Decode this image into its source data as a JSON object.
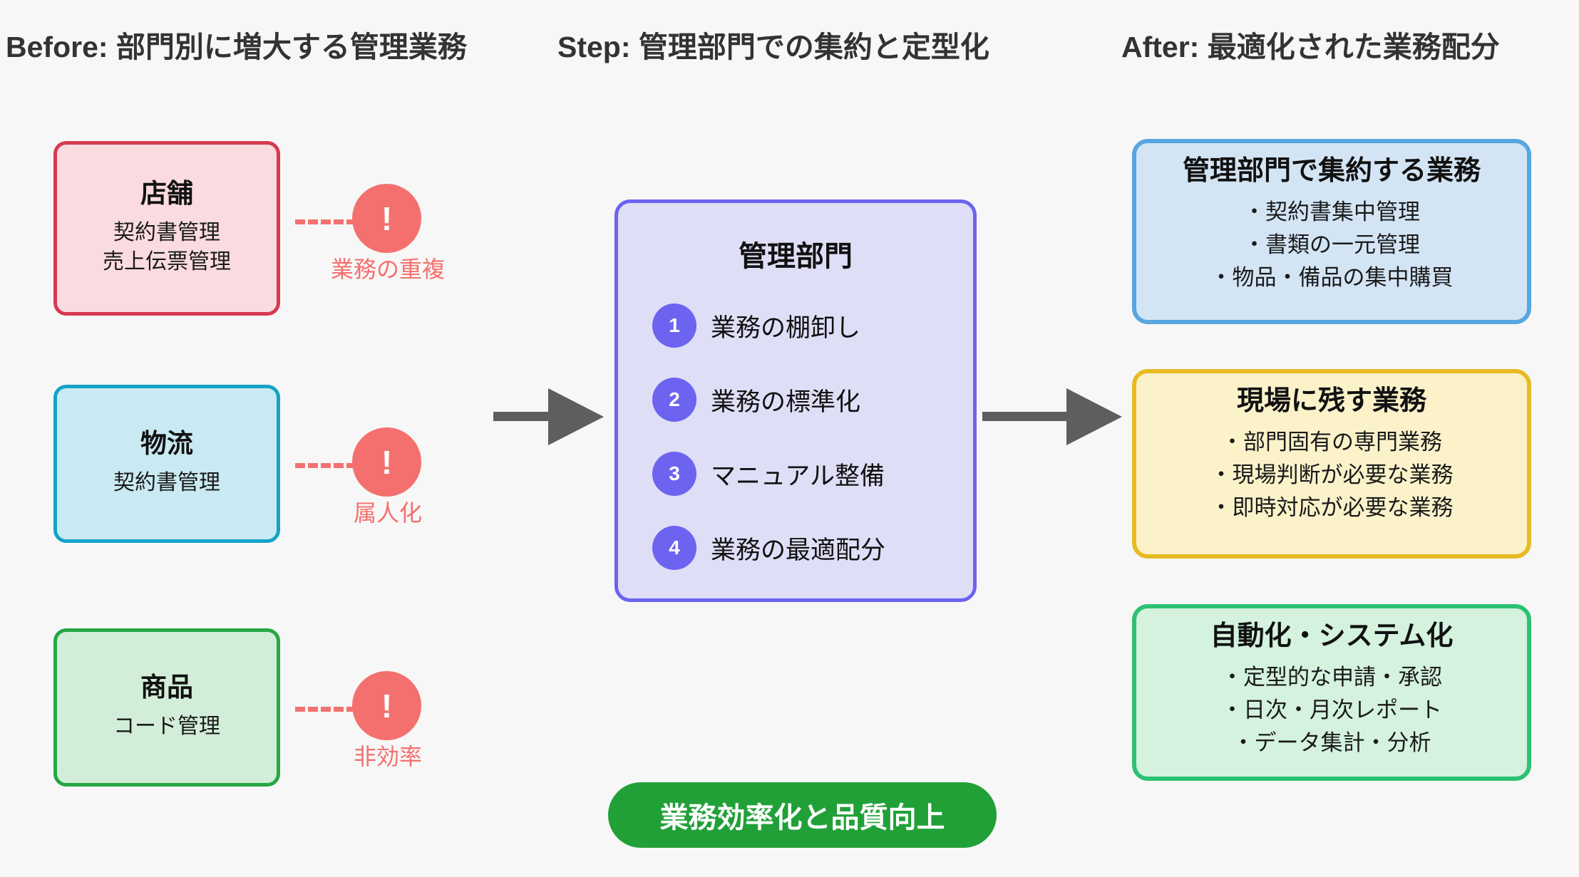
{
  "headings": {
    "before": "Before: 部門別に増大する管理業務",
    "step": "Step: 管理部門での集約と定型化",
    "after": "After: 最適化された業務配分"
  },
  "before_column": {
    "departments": [
      {
        "title": "店舗",
        "items": [
          "契約書管理",
          "売上伝票管理"
        ],
        "fill": "#fadbe0",
        "border": "#d63a51"
      },
      {
        "title": "物流",
        "items": [
          "契約書管理"
        ],
        "fill": "#c9eaf2",
        "border": "#14a3c7"
      },
      {
        "title": "商品",
        "items": [
          "コード管理"
        ],
        "fill": "#d3eed8",
        "border": "#26a744"
      }
    ],
    "alerts": [
      {
        "mark": "!",
        "label": "業務の重複",
        "color": "#f4706e"
      },
      {
        "mark": "!",
        "label": "属人化",
        "color": "#f4706e"
      },
      {
        "mark": "!",
        "label": "非効率",
        "color": "#f4706e"
      }
    ]
  },
  "center_panel": {
    "title": "管理部門",
    "fill": "#dfdef7",
    "border": "#6c63f0",
    "steps": [
      {
        "number": "1",
        "label": "業務の棚卸し"
      },
      {
        "number": "2",
        "label": "業務の標準化"
      },
      {
        "number": "3",
        "label": "マニュアル整備"
      },
      {
        "number": "4",
        "label": "業務の最適配分"
      }
    ]
  },
  "after_column": {
    "outcomes": [
      {
        "title": "管理部門で集約する業務",
        "items": [
          "・契約書集中管理",
          "・書類の一元管理",
          "・物品・備品の集中購買"
        ],
        "fill": "#d3e5f5",
        "border": "#57a6e0"
      },
      {
        "title": "現場に残す業務",
        "items": [
          "・部門固有の専門業務",
          "・現場判断が必要な業務",
          "・即時対応が必要な業務"
        ],
        "fill": "#fbf2ca",
        "border": "#e8bb23"
      },
      {
        "title": "自動化・システム化",
        "items": [
          "・定型的な申請・承認",
          "・日次・月次レポート",
          "・データ集計・分析"
        ],
        "fill": "#d4f2de",
        "border": "#2dc173"
      }
    ]
  },
  "arrows": {
    "left_to_center": "arrow-right-icon",
    "center_to_right": "arrow-right-icon",
    "color": "#5e5e5e"
  },
  "result": {
    "label": "業務効率化と品質向上",
    "fill": "#21a038",
    "text_color": "#ffffff"
  }
}
